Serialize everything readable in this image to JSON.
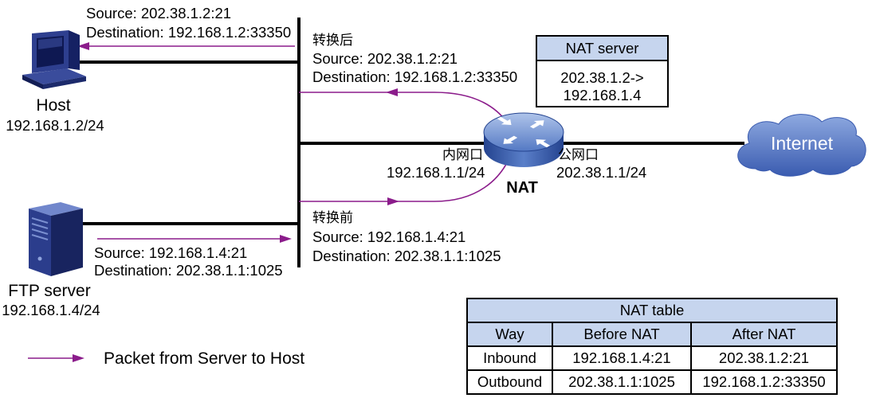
{
  "diagram": {
    "host": {
      "icon": "desktop-computer-icon",
      "label": "Host",
      "ip": "192.168.1.2/24",
      "packet": {
        "source": "Source: 202.38.1.2:21",
        "destination": "Destination: 192.168.1.2:33350"
      }
    },
    "ftp_server": {
      "icon": "server-tower-icon",
      "label": "FTP server",
      "ip": "192.168.1.4/24",
      "packet": {
        "source": "Source: 192.168.1.4:21",
        "destination": "Destination: 202.38.1.1:1025"
      }
    },
    "after_translation": {
      "heading": "转换后",
      "source": "Source: 202.38.1.2:21",
      "destination": "Destination: 192.168.1.2:33350"
    },
    "before_translation": {
      "heading": "转换前",
      "source": "Source: 192.168.1.4:21",
      "destination": "Destination: 202.38.1.1:1025"
    },
    "nat_device": {
      "icon": "router-icon",
      "label": "NAT",
      "inside_interface_label": "内网口",
      "inside_ip": "192.168.1.1/24",
      "outside_interface_label": "公网口",
      "outside_ip": "202.38.1.1/24"
    },
    "internet": {
      "icon": "cloud-icon",
      "label": "Internet"
    },
    "nat_server": {
      "title": "NAT server",
      "mapping_line1": "202.38.1.2->",
      "mapping_line2": "192.168.1.4"
    },
    "nat_table": {
      "title": "NAT table",
      "columns": [
        "Way",
        "Before NAT",
        "After NAT"
      ],
      "rows": [
        {
          "way": "Inbound",
          "before": "192.168.1.4:21",
          "after": "202.38.1.2:21"
        },
        {
          "way": "Outbound",
          "before": "202.38.1.1:1025",
          "after": "192.168.1.2:33350"
        }
      ]
    },
    "legend": {
      "icon": "arrow-right-icon",
      "label": "Packet from Server to Host"
    }
  },
  "colors": {
    "packet_path": "#8b1c8b",
    "link": "#000000",
    "header_fill": "#c6d5ee",
    "cloud_top": "#8ea9e0",
    "cloud_bottom": "#3a5bb0"
  }
}
